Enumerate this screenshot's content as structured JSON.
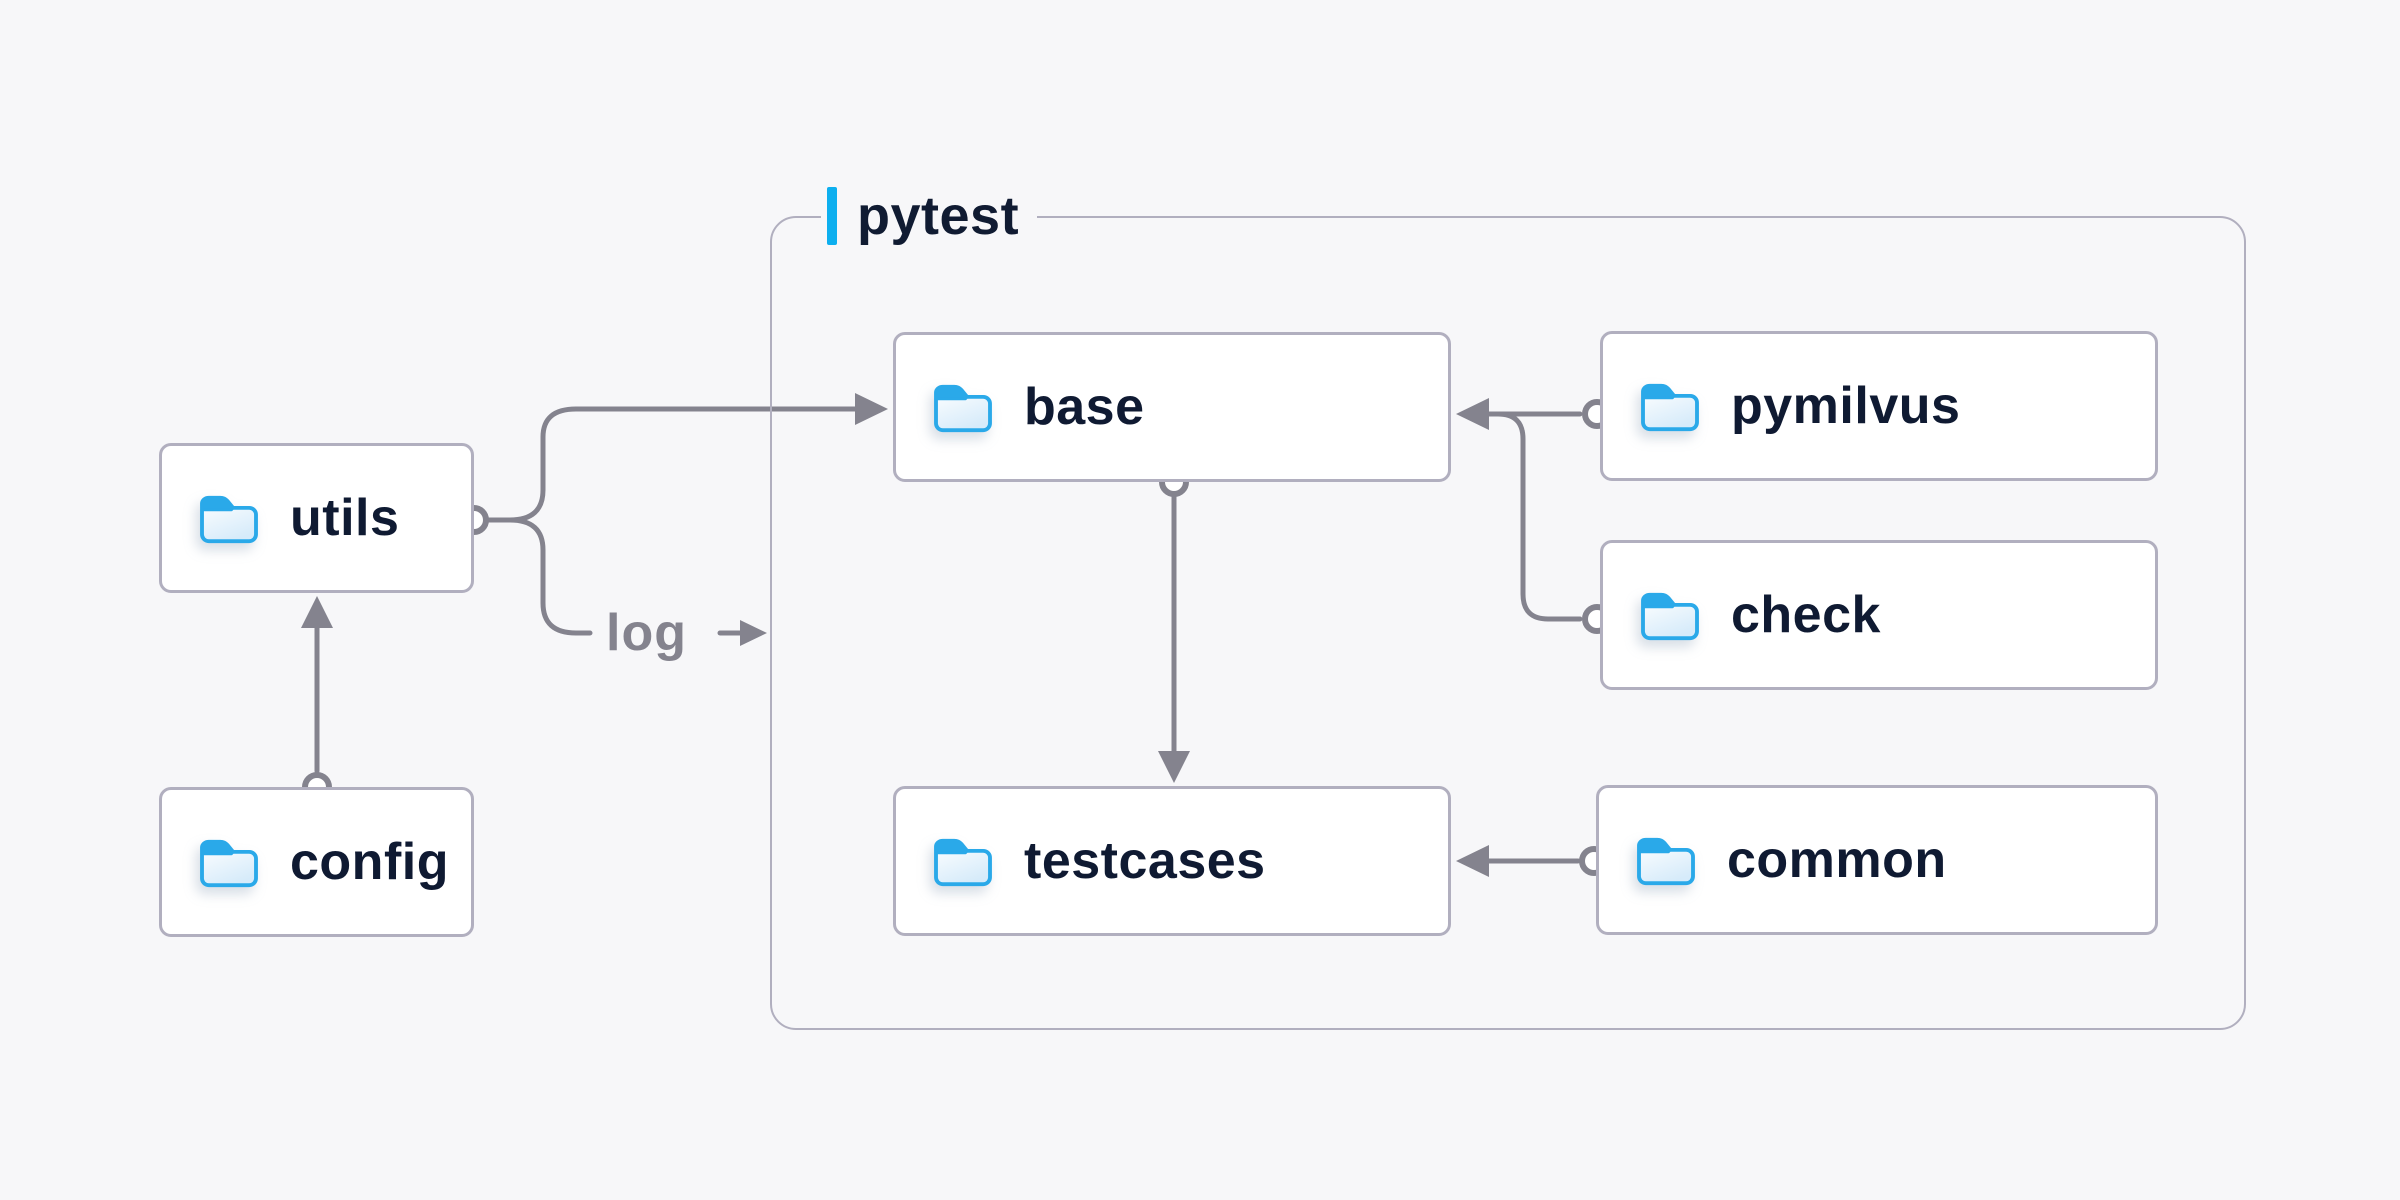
{
  "canvas": {
    "background": "#F7F7F9"
  },
  "colors": {
    "accent_blue": "#0DAFEF",
    "folder_blue": "#2AA9E9",
    "folder_fill_light": "#D6EBFA",
    "text_navy": "#0F1A32",
    "connector_gray": "#84838E",
    "box_border": "#B1AFBF",
    "box_fill": "#FFFFFF"
  },
  "container": {
    "label": "pytest"
  },
  "nodes": [
    {
      "id": "utils",
      "label": "utils"
    },
    {
      "id": "config",
      "label": "config"
    },
    {
      "id": "base",
      "label": "base"
    },
    {
      "id": "pymilvus",
      "label": "pymilvus"
    },
    {
      "id": "check",
      "label": "check"
    },
    {
      "id": "testcases",
      "label": "testcases"
    },
    {
      "id": "common",
      "label": "common"
    }
  ],
  "annotations": {
    "log_label": "log"
  },
  "edges": [
    {
      "from": "utils",
      "to": "base",
      "type": "arrow"
    },
    {
      "from": "utils",
      "to": "log",
      "type": "arrow-into-pytest"
    },
    {
      "from": "config",
      "to": "utils",
      "type": "arrow"
    },
    {
      "from": "base",
      "to": "testcases",
      "type": "arrow"
    },
    {
      "from": "pymilvus",
      "to": "base",
      "type": "arrow"
    },
    {
      "from": "check",
      "to": "base",
      "type": "arrow-merged"
    },
    {
      "from": "common",
      "to": "testcases",
      "type": "arrow"
    }
  ]
}
